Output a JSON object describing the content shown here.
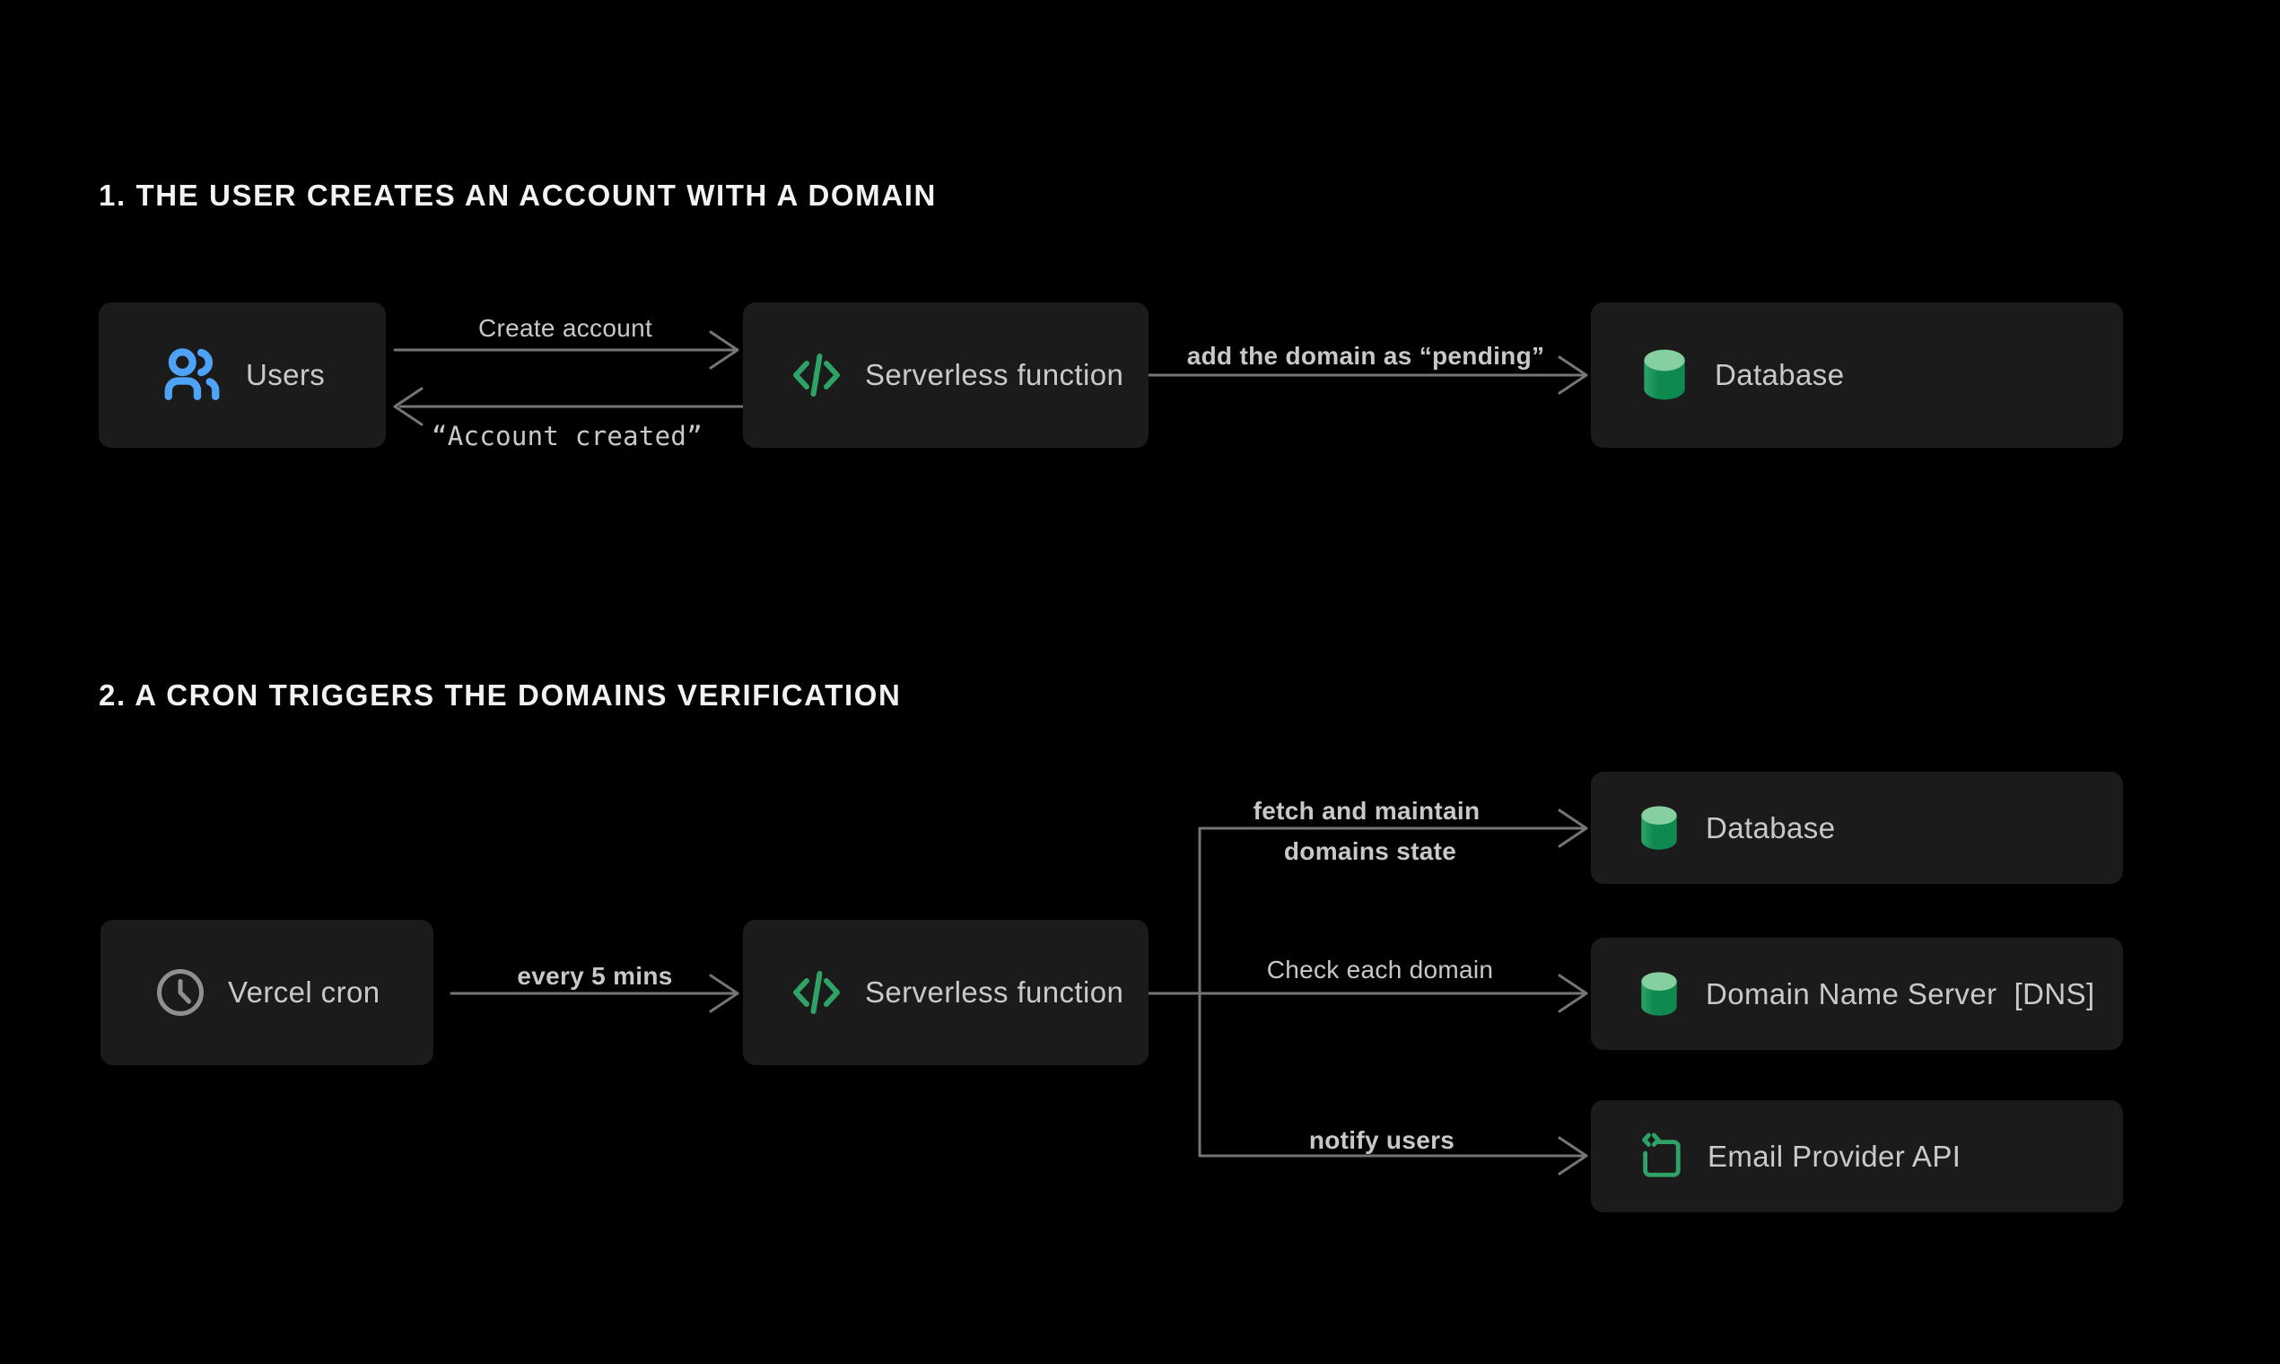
{
  "colors": {
    "background": "#000000",
    "box_background": "#1b1b1b",
    "box_text": "#c9c9c9",
    "title_text": "#f2f2f2",
    "connector_line": "#757575",
    "label_text": "#c8c8c8",
    "users_icon_blue": "#4EA3F6",
    "code_icon_green": "#2FA366",
    "cylinder_top_green": "#85CFA0",
    "cylinder_body_green": "#0E8A50",
    "clock_icon_gray": "#909090"
  },
  "section1": {
    "title": "1. THE USER CREATES AN ACCOUNT WITH A DOMAIN",
    "nodes": {
      "users": {
        "label": "Users",
        "icon": "users-icon"
      },
      "serverless": {
        "label": "Serverless function",
        "icon": "code-icon"
      },
      "database": {
        "label": "Database",
        "icon": "database-icon"
      }
    },
    "labels": {
      "create_account": "Create account",
      "account_created": "“Account created”",
      "add_domain": "add the domain as “pending”"
    }
  },
  "section2": {
    "title": "2. A CRON TRIGGERS THE DOMAINS VERIFICATION",
    "nodes": {
      "vercel_cron": {
        "label": "Vercel cron",
        "icon": "clock-icon"
      },
      "serverless": {
        "label": "Serverless function",
        "icon": "code-icon"
      },
      "database": {
        "label": "Database",
        "icon": "database-icon"
      },
      "dns": {
        "label": "Domain Name Server  [DNS]",
        "icon": "database-icon"
      },
      "email": {
        "label": "Email Provider API",
        "icon": "api-icon"
      }
    },
    "labels": {
      "every_5_mins": "every 5 mins",
      "fetch_line1": "fetch and maintain",
      "fetch_line2": "domains state",
      "check_domain": "Check each domain",
      "notify_users": "notify users"
    }
  }
}
